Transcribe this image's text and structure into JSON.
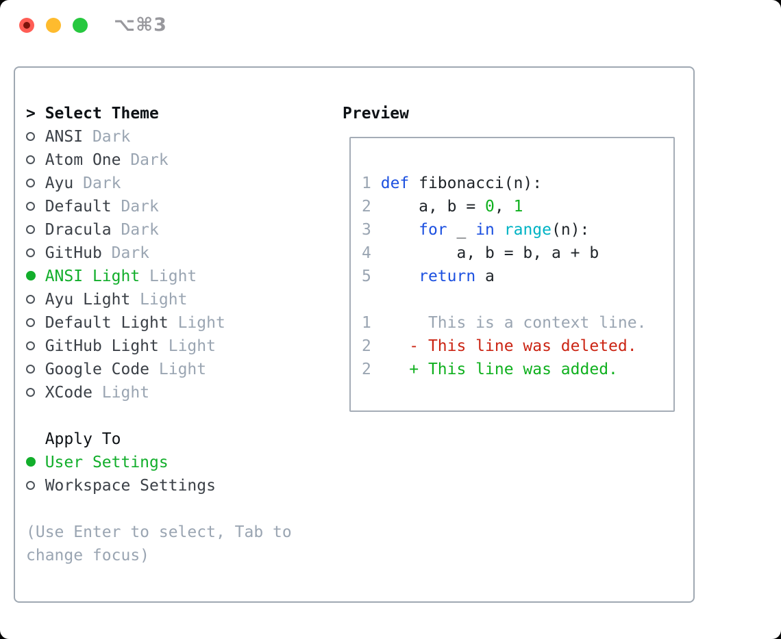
{
  "window": {
    "hotkey": "⌥⌘3",
    "traffic_lights": [
      "close",
      "minimize",
      "zoom"
    ]
  },
  "panel": {
    "prompt": ">",
    "title": "Select Theme",
    "themes": [
      {
        "name": "ANSI",
        "variant": "Dark",
        "selected": false
      },
      {
        "name": "Atom One",
        "variant": "Dark",
        "selected": false
      },
      {
        "name": "Ayu",
        "variant": "Dark",
        "selected": false
      },
      {
        "name": "Default",
        "variant": "Dark",
        "selected": false
      },
      {
        "name": "Dracula",
        "variant": "Dark",
        "selected": false
      },
      {
        "name": "GitHub",
        "variant": "Dark",
        "selected": false
      },
      {
        "name": "ANSI Light",
        "variant": "Light",
        "selected": true
      },
      {
        "name": "Ayu Light",
        "variant": "Light",
        "selected": false
      },
      {
        "name": "Default Light",
        "variant": "Light",
        "selected": false
      },
      {
        "name": "GitHub Light",
        "variant": "Light",
        "selected": false
      },
      {
        "name": "Google Code",
        "variant": "Light",
        "selected": false
      },
      {
        "name": "XCode",
        "variant": "Light",
        "selected": false
      }
    ],
    "apply_to": {
      "title": "Apply To",
      "options": [
        {
          "name": "User Settings",
          "selected": true
        },
        {
          "name": "Workspace Settings",
          "selected": false
        }
      ]
    },
    "help_lines": [
      "(Use Enter to select, Tab to",
      "change focus)"
    ]
  },
  "preview": {
    "title": "Preview",
    "lines": [
      {
        "num": "1",
        "segs": [
          [
            "code",
            " "
          ],
          [
            "kw",
            "def"
          ],
          [
            "code",
            " fibonacci(n):"
          ]
        ]
      },
      {
        "num": "2",
        "segs": [
          [
            "code",
            "     a, b = "
          ],
          [
            "lit",
            "0"
          ],
          [
            "code",
            ", "
          ],
          [
            "lit",
            "1"
          ]
        ]
      },
      {
        "num": "3",
        "segs": [
          [
            "code",
            "     "
          ],
          [
            "kw",
            "for"
          ],
          [
            "code",
            " _ "
          ],
          [
            "kw",
            "in"
          ],
          [
            "code",
            " "
          ],
          [
            "fn",
            "range"
          ],
          [
            "code",
            "(n):"
          ]
        ]
      },
      {
        "num": "4",
        "segs": [
          [
            "code",
            "         a, b = b, a + b"
          ]
        ]
      },
      {
        "num": "5",
        "segs": [
          [
            "code",
            "     "
          ],
          [
            "kw",
            "return"
          ],
          [
            "code",
            " a"
          ]
        ]
      },
      {
        "num": "",
        "segs": []
      },
      {
        "num": "1",
        "segs": [
          [
            "ctx",
            "      This is a context line."
          ]
        ]
      },
      {
        "num": "2",
        "segs": [
          [
            "code",
            "    "
          ],
          [
            "del",
            "- This line was deleted."
          ]
        ]
      },
      {
        "num": "2",
        "segs": [
          [
            "code",
            "    "
          ],
          [
            "add",
            "+ This line was added."
          ]
        ]
      }
    ]
  },
  "colors": {
    "accent_green": "#12ae2b",
    "keyword_blue": "#1c50e0",
    "function_cyan": "#00b3c4",
    "literal_green": "#0fb01e",
    "added_green": "#0fb01e",
    "deleted_red": "#cb2413",
    "muted_gray": "#9aa5b2",
    "list_text": "#3b4047",
    "heading_text": "#0d1115",
    "code_text": "#1f2429",
    "radio_outline": "#4d535a",
    "border_outer": "#9fa8b2",
    "border_preview": "#a4acb6",
    "hotkey_gray": "#98989d",
    "traffic_red": "#ff5d55",
    "traffic_red_dot": "#7d140b",
    "traffic_yellow": "#febb2e",
    "traffic_green": "#27c83f"
  }
}
